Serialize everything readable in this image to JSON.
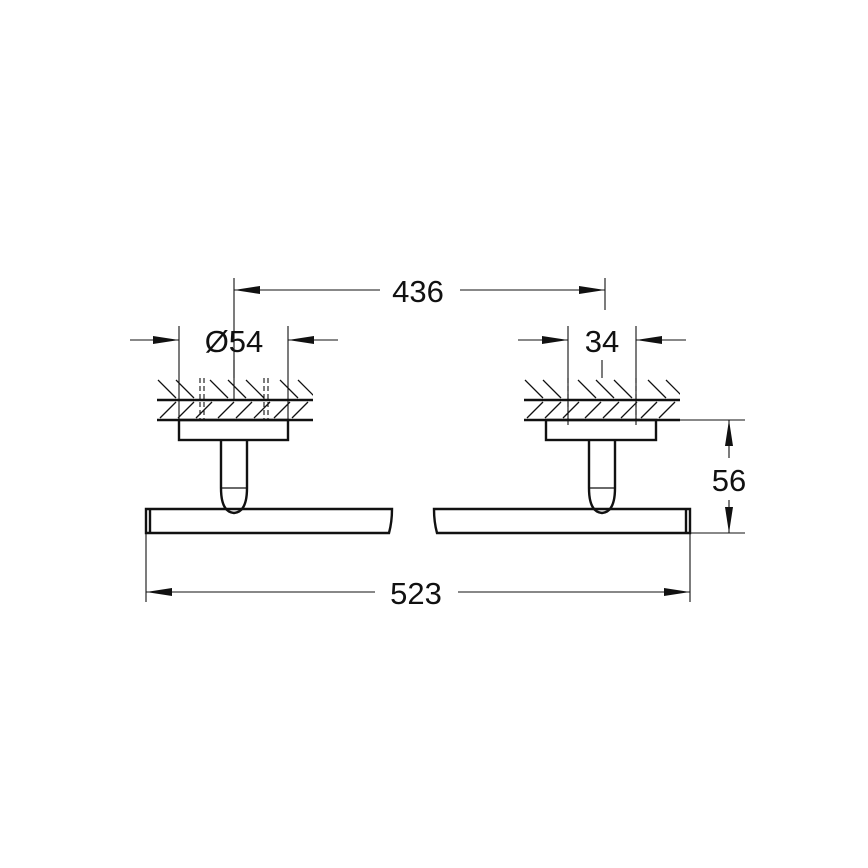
{
  "drawing": {
    "title": "Towel rail dimension drawing",
    "units": "mm",
    "line_color": "#111111",
    "background": "#ffffff"
  },
  "dimensions": {
    "mount_spacing": {
      "label": "436",
      "value": 436
    },
    "flange_diameter": {
      "label": "Ø54",
      "symbol": "Ø",
      "value": 54
    },
    "post_spacing": {
      "label": "34",
      "value": 34
    },
    "projection": {
      "label": "56",
      "value": 56
    },
    "overall_length": {
      "label": "523",
      "value": 523
    }
  }
}
